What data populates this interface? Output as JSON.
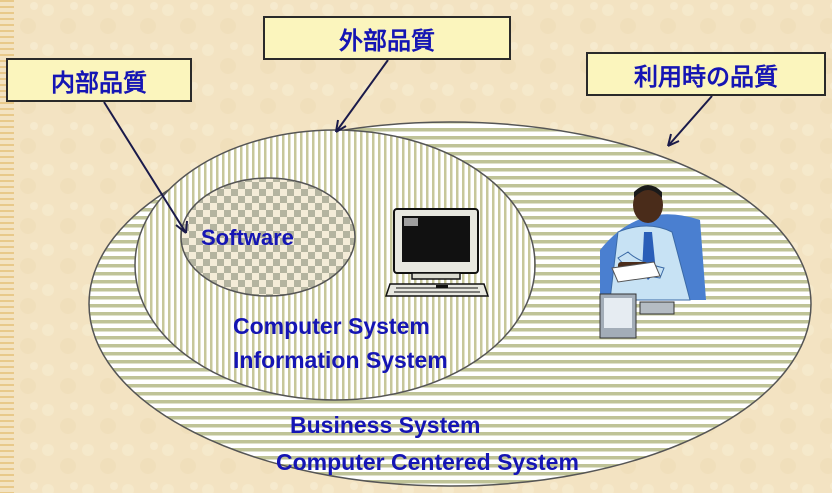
{
  "labels": {
    "internal_quality": "内部品質",
    "external_quality": "外部品質",
    "quality_in_use": "利用時の品質"
  },
  "regions": {
    "software": "Software",
    "computer_system": "Computer System",
    "information_system": "Information System",
    "business_system": "Business System",
    "computer_centered_system": "Computer Centered System"
  },
  "icons": [
    "computer-icon",
    "businessman-icon"
  ],
  "colors": {
    "background": "#f3e3c2",
    "label_fill": "#fbf5bd",
    "text_blue": "#1515b4",
    "stripe": "#b9bd8a",
    "outline": "#555555"
  }
}
